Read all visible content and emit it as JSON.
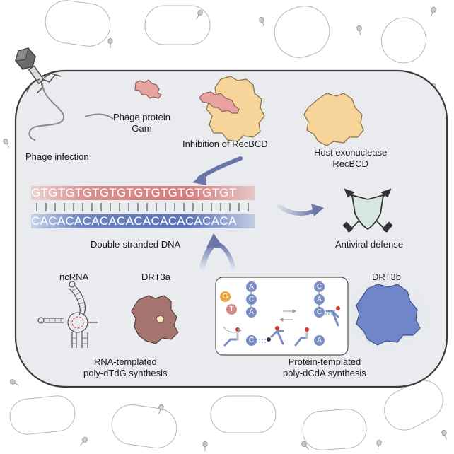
{
  "labels": {
    "phage_infection": "Phage infection",
    "phage_protein_line1": "Phage protein",
    "phage_protein_line2": "Gam",
    "inhibition": "Inhibition of RecBCD",
    "host_exo_line1": "Host exonuclease",
    "host_exo_line2": "RecBCD",
    "dsdna": "Double-stranded DNA",
    "antiviral": "Antiviral defense",
    "ncrna": "ncRNA",
    "drt3a": "DRT3a",
    "drt3b": "DRT3b",
    "rna_templated_line1": "RNA-templated",
    "rna_templated_line2": "poly-dTdG synthesis",
    "protein_templated_line1": "Protein-templated",
    "protein_templated_line2": "poly-dCdA synthesis"
  },
  "dna": {
    "top_strand": "GTGTGTGTGTGTGTGTGTGTGTGT",
    "bottom_strand": "CACACACACACACACACACACACA"
  },
  "inset_nucleotides": {
    "g": "G",
    "t": "T",
    "a1": "A",
    "c1": "C",
    "a2": "A",
    "c2": "C",
    "a3": "A",
    "c3": "C",
    "c4": "C",
    "a4": "A"
  },
  "colors": {
    "cell_fill": "#e9ebee",
    "recbcd": "#f6d49a",
    "gam": "#e8a3a0",
    "drt3a": "#a5746f",
    "drt3b": "#6f86c8",
    "shield": "#d7e6e0",
    "arrow": "#7f8ab5",
    "nuc_blue": "#7b8ec4",
    "nuc_pink": "#d28b8b",
    "nuc_orange": "#e8a63c"
  }
}
